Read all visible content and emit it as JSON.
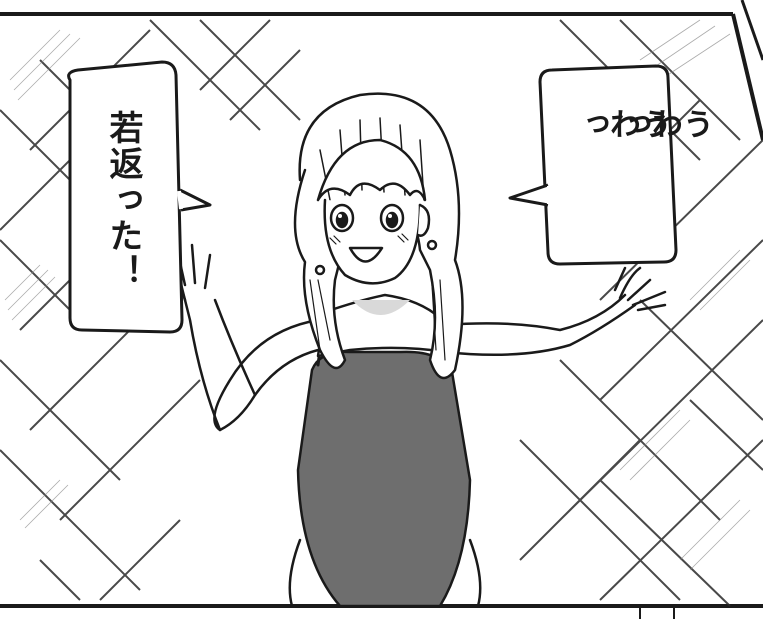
{
  "speech_bubbles": {
    "left": {
      "text": "若返った！"
    },
    "right": {
      "lines": [
        "うわっ",
        "うわっ"
      ]
    }
  },
  "colors": {
    "ink": "#1a1a1a",
    "swimsuit": "#6e6e6e",
    "skin_shade": "#d9d9d9",
    "background": "#ffffff"
  }
}
